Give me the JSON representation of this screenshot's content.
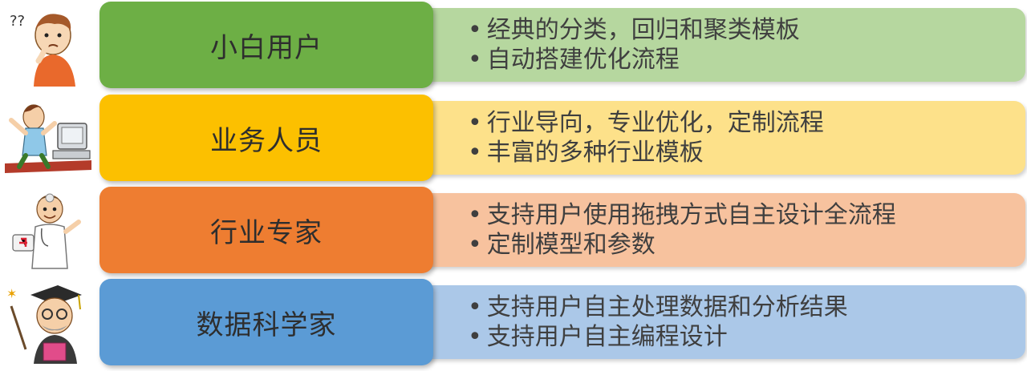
{
  "rows": [
    {
      "role": "小白用户",
      "points": [
        "经典的分类，回归和聚类模板",
        "自动搭建优化流程"
      ],
      "role_color": "#6DAF45",
      "desc_color": "#B6D79F",
      "avatar_icon": "confused-boy-icon"
    },
    {
      "role": "业务人员",
      "points": [
        "行业导向，专业优化，定制流程",
        "丰富的多种行业模板"
      ],
      "role_color": "#FCC000",
      "desc_color": "#FDE18A",
      "avatar_icon": "office-worker-computer-icon"
    },
    {
      "role": "行业专家",
      "points": [
        "支持用户使用拖拽方式自主设计全流程",
        "定制模型和参数"
      ],
      "role_color": "#EE7D31",
      "desc_color": "#F7C29E",
      "avatar_icon": "doctor-icon"
    },
    {
      "role": "数据科学家",
      "points": [
        "支持用户自主处理数据和分析结果",
        "支持用户自主编程设计"
      ],
      "role_color": "#5B9BD5",
      "desc_color": "#ABC8E8",
      "avatar_icon": "professor-icon"
    }
  ]
}
